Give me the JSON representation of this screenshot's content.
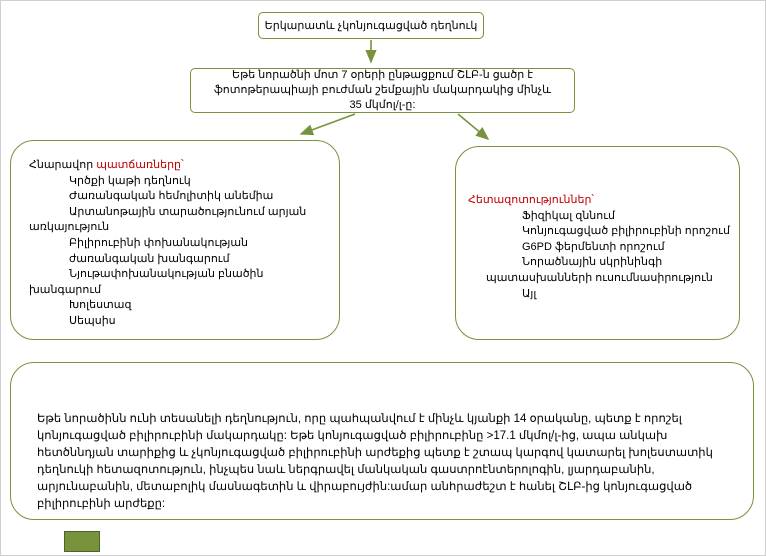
{
  "colors": {
    "accent": "#77933C",
    "accent_dark": "#4F6228",
    "heading_red": "#C00000",
    "text": "#000000",
    "background": "#FFFFFF"
  },
  "flowchart": {
    "start": {
      "text": "Երկարատև չկոնյուգացված դեղնուկ"
    },
    "condition": {
      "text": "Եթե նորածնի մոտ 7 օրերի ընթացքում ՇԼԲ-ն ցածր է ֆոտոթերապիայի բուժման շեմքային մակարդակից մինչև 35 մկմոլ/լ-ը:"
    },
    "causes": {
      "heading_prefix": "Հնարավոր ",
      "heading_emphasis": "պատճառները՝",
      "lines": [
        "Կրծքի կաթի դեղնուկ",
        "Ժառանգական հեմոլիտիկ անեմիա",
        "Արտանոթային տարածությունում արյան",
        "առկայություն",
        "Բիլիրուբինի փոխանակության",
        "ժառանգական խանգարում",
        "Նյութափոխանակության բնածին",
        "խանգարում",
        "Խոլեստազ",
        "Սեպսիս"
      ]
    },
    "investigations": {
      "heading": "Հետազոտություններ՝",
      "lines": [
        "Ֆիզիկալ զննում",
        "Կոնյուգացված բիլիրուբինի որոշում",
        "G6PD ֆերմենտի որոշում",
        "Նորածնային սկրինինգի",
        "պատասխանների ուսումնասիրություն",
        "Այլ"
      ]
    },
    "note": {
      "text": "Եթե նորածինն ունի տեսանելի դեղնություն, որը պահպանվում է մինչև կյանքի 14 օրականը, պետք է որոշել կոնյուգացված բիլիրուբինի մակարդակը: Եթե կոնյուգացված բիլիրուբինը >17.1 մկմոլ/լ-ից, ապա անկախ հետծննդյան տարիքից և չկոնյուգացված բիլիրուբինի արժեքից պետք է շտապ կարգով կատարել խոլեստատիկ դեղնուկի հետազոտություն, ինչպես նաև ներգրավել մանկական գաստրոէնտերոլոգին, լյարդաբանին, արյունաբանին, մետաբոլիկ մասնագետին և վիրաբույժին:ամար անհրաժեշտ է հանել ՇԼԲ-ից կոնյուգացված բիլիրուբինի արժեքը:"
    }
  }
}
